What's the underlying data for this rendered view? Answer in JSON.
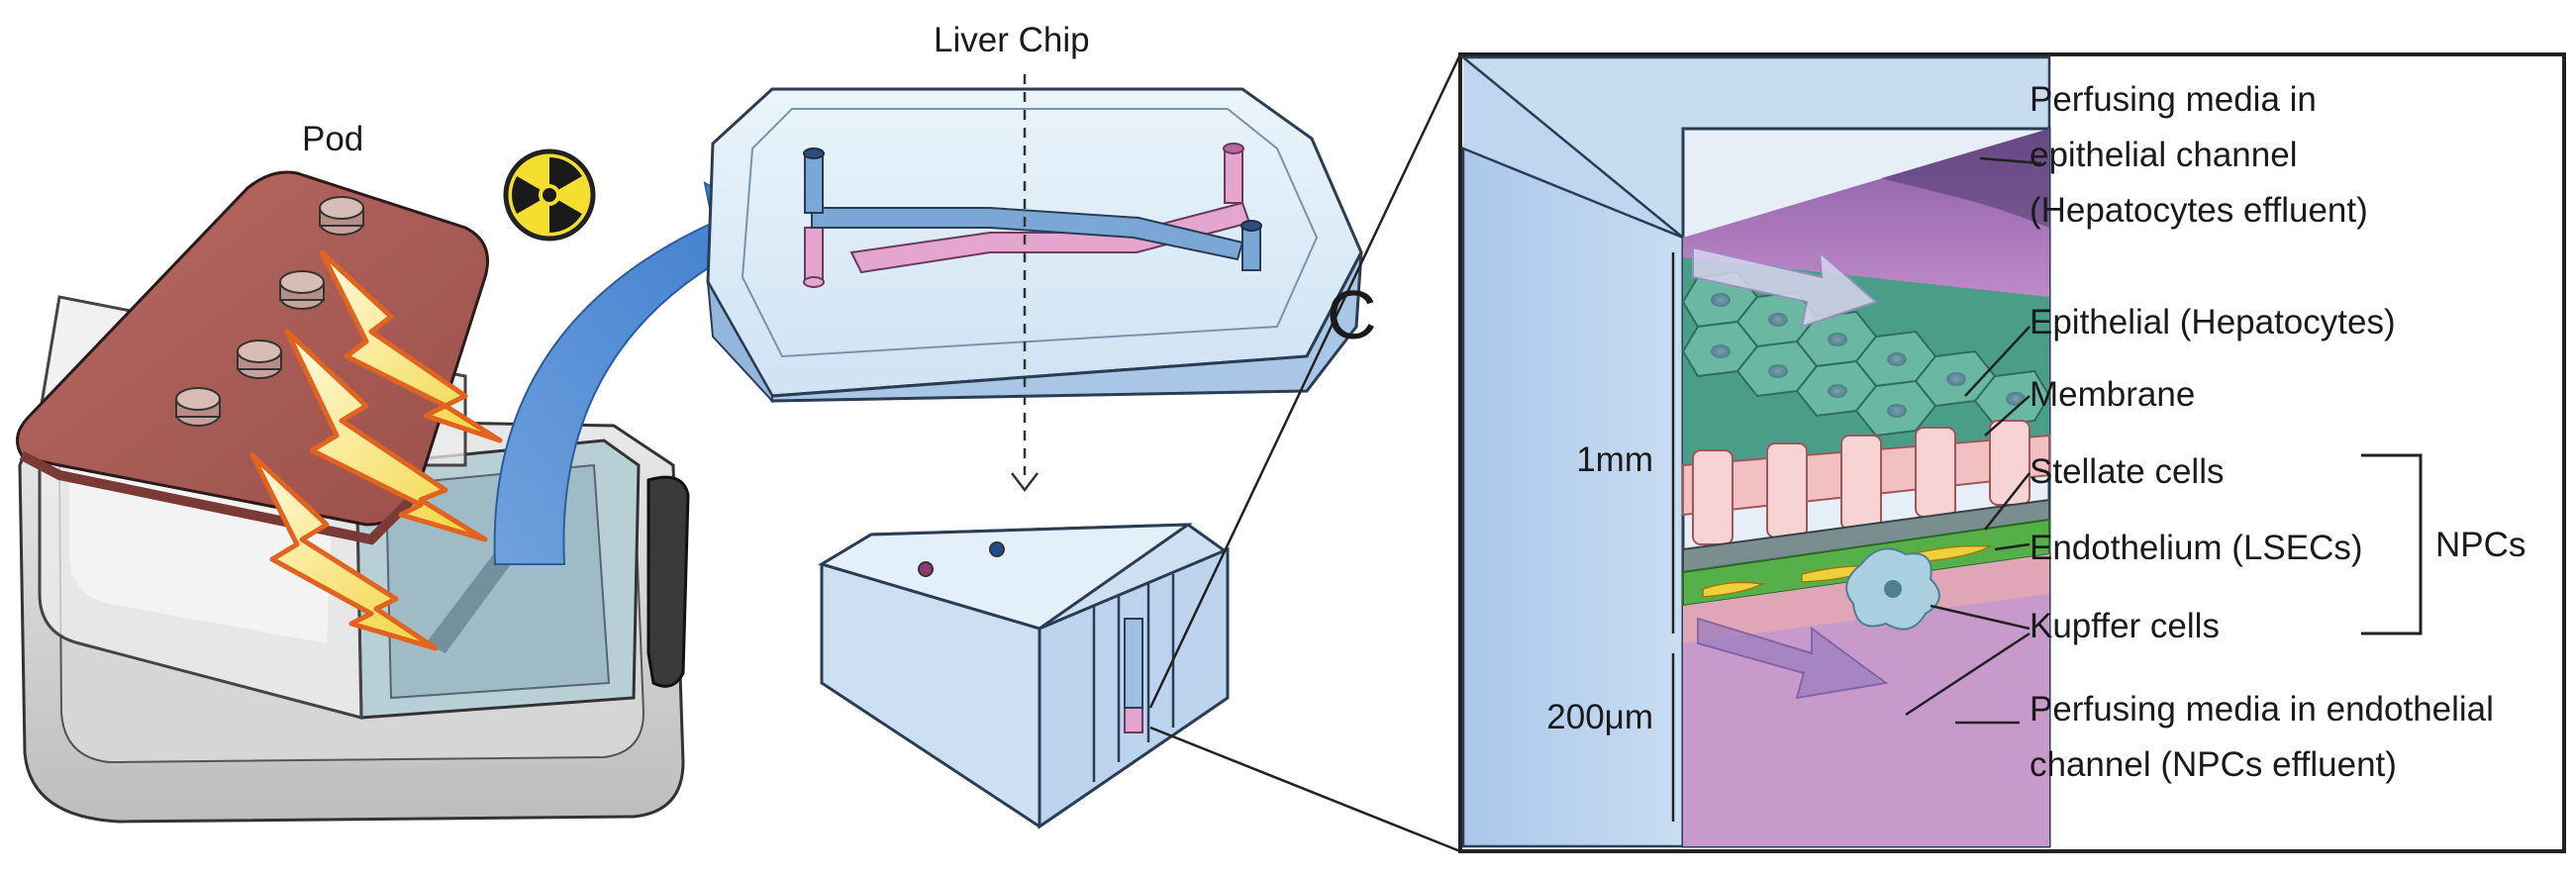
{
  "diagram": {
    "pod_label": "Pod",
    "chip_label": "Liver Chip",
    "callout_letter": "C",
    "scale": {
      "height_top": "1mm",
      "height_bottom": "200μm"
    },
    "layers": [
      {
        "id": "media-epithelial",
        "text": "Perfusing media in epithelial channel (Hepatocytes effluent)"
      },
      {
        "id": "epithelial",
        "text": "Epithelial (Hepatocytes)"
      },
      {
        "id": "membrane",
        "text": "Membrane"
      },
      {
        "id": "stellate",
        "text": "Stellate cells"
      },
      {
        "id": "endothelium",
        "text": "Endothelium (LSECs)"
      },
      {
        "id": "kupffer",
        "text": "Kupffer cells"
      },
      {
        "id": "media-endothelial",
        "text": "Perfusing media in endothelial channel (NPCs effluent)"
      }
    ],
    "label_lines": {
      "media_epithelial": [
        "Perfusing media in",
        "epithelial channel",
        "(Hepatocytes effluent)"
      ],
      "media_endothelial": [
        "Perfusing media in endothelial",
        "channel (NPCs effluent)"
      ]
    },
    "group_label": "NPCs",
    "radiation_icon": "radiation-hazard-icon",
    "colors": {
      "pod_lid": "#b0605a",
      "chip_body": "#cfe3f5",
      "channel": "#7aa7d6",
      "media": "#b98ac0",
      "membrane": "#56b04a",
      "hepatocyte": "#3f9b86",
      "arrow": "#3f7fd0"
    }
  }
}
